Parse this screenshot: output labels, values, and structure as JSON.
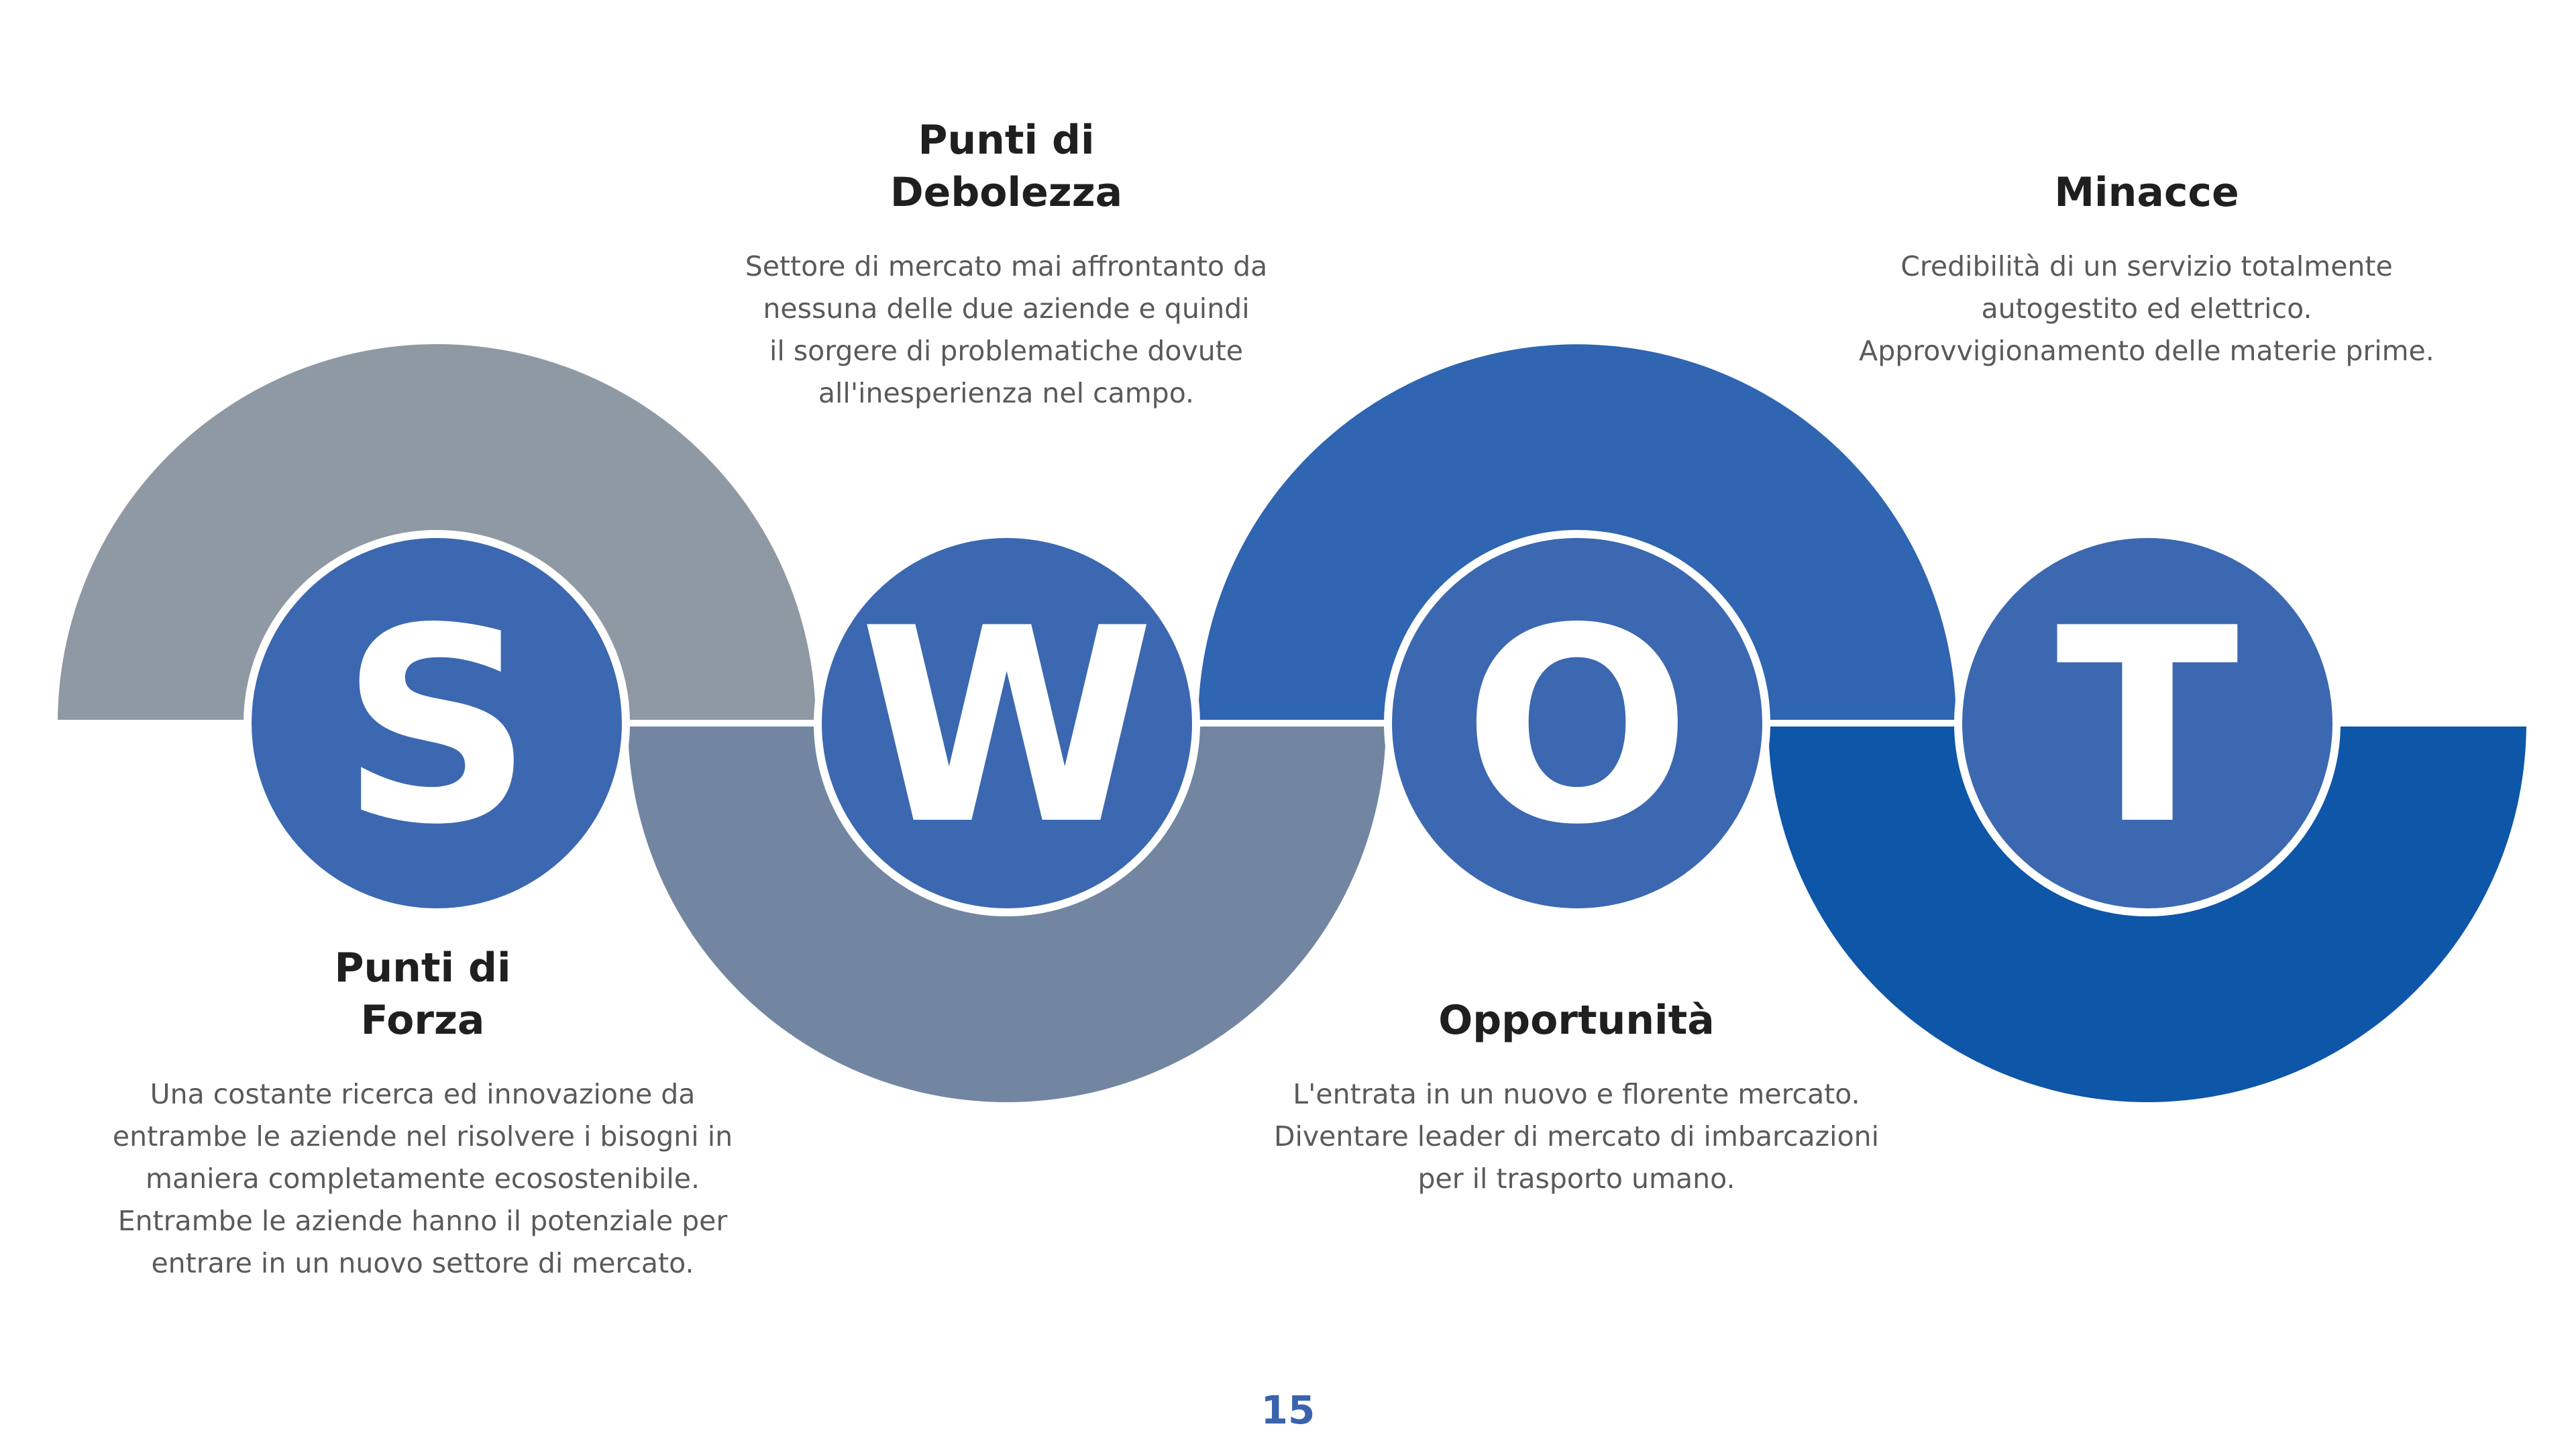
{
  "swot": {
    "s": {
      "letter": "S",
      "title": [
        "Punti di",
        "Forza"
      ],
      "desc": [
        "Una costante ricerca ed innovazione da",
        "entrambe le aziende nel risolvere i bisogni in",
        "maniera completamente ecosostenibile.",
        "Entrambe le aziende hanno il potenziale per",
        "entrare in un nuovo settore di mercato."
      ]
    },
    "w": {
      "letter": "W",
      "title": [
        "Punti di",
        "Debolezza"
      ],
      "desc": [
        "Settore di mercato mai affrontanto da",
        "nessuna delle due aziende e quindi",
        "il sorgere di problematiche  dovute",
        "all'inesperienza nel campo."
      ]
    },
    "o": {
      "letter": "O",
      "title": [
        "Opportunità"
      ],
      "desc": [
        "L'entrata in un nuovo e florente mercato.",
        "Diventare leader di mercato di imbarcazioni",
        "per il trasporto umano."
      ]
    },
    "t": {
      "letter": "T",
      "title": [
        "Minacce"
      ],
      "desc": [
        "Credibilità di un servizio totalmente",
        "autogestito ed elettrico.",
        "Approvvigionamento delle materie prime."
      ]
    }
  },
  "colors": {
    "arc_s": "#8f99a3",
    "arc_w": "#7286a2",
    "arc_o": "#2f65b1",
    "arc_t": "#0d56a8",
    "circle": "#3b68b1"
  },
  "page_number": "15"
}
